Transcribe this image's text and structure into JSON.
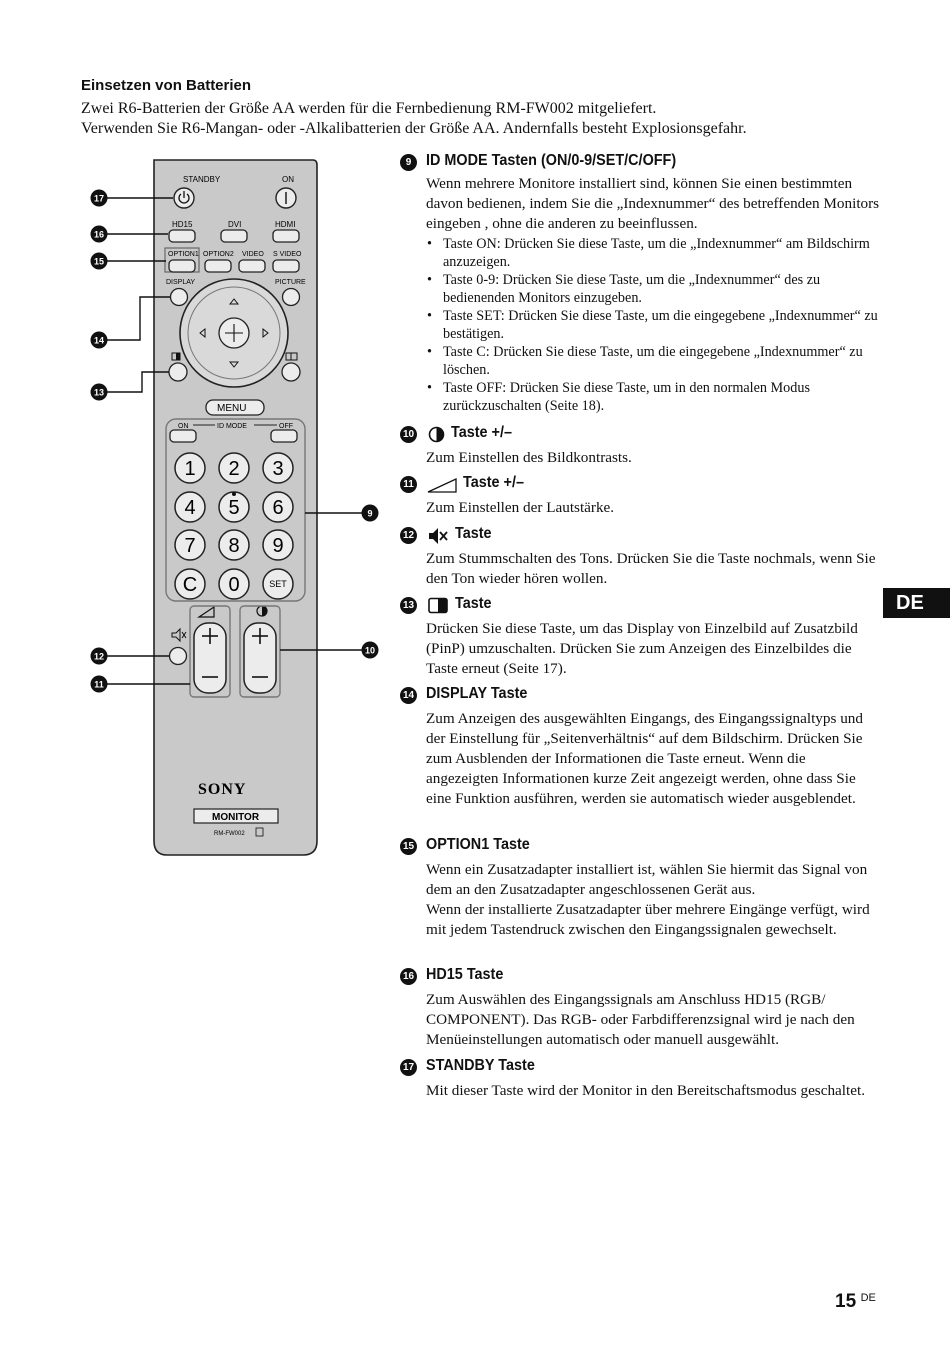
{
  "section": {
    "title": "Einsetzen von Batterien",
    "intro1": "Zwei R6-Batterien der Größe AA werden für die Fernbedienung RM-FW002 mitgeliefert.",
    "intro2": "Verwenden Sie R6-Mangan- oder -Alkalibatterien der Größe AA. Andernfalls besteht Explosionsgefahr."
  },
  "remote": {
    "standby": "STANDBY",
    "on": "ON",
    "hd15": "HD15",
    "dvi": "DVI",
    "hdmi": "HDMI",
    "option1": "OPTION1",
    "option2": "OPTION2",
    "video": "VIDEO",
    "svideo": "S VIDEO",
    "display": "DISPLAY",
    "picture": "PICTURE",
    "menu": "MENU",
    "idmode_on": "ON",
    "idmode": "ID MODE",
    "idmode_off": "OFF",
    "keys": [
      "1",
      "2",
      "3",
      "4",
      "5",
      "6",
      "7",
      "8",
      "9",
      "C",
      "0",
      "SET"
    ],
    "brand": "SONY",
    "monitor": "MONITOR",
    "model": "RM-FW002",
    "callouts": [
      "17",
      "16",
      "15",
      "14",
      "13",
      "9",
      "12",
      "11",
      "10"
    ]
  },
  "items": [
    {
      "num": "9",
      "title": "ID MODE Tasten (ON/0-9/SET/C/OFF)",
      "text": "Wenn mehrere Monitore installiert sind, können Sie einen bestimmten davon bedienen, indem Sie die „Indexnummer“ des betreffenden Monitors eingeben , ohne die anderen zu beeinflussen.",
      "bullets": [
        "Taste ON: Drücken Sie diese Taste, um die „Indexnummer“ am Bildschirm anzuzeigen.",
        "Taste 0-9: Drücken Sie diese Taste, um die „Indexnummer“ des zu bedienenden Monitors einzugeben.",
        "Taste SET: Drücken Sie diese Taste, um die eingegebene „Indexnummer“ zu bestätigen.",
        "Taste C: Drücken Sie diese Taste, um die eingegebene „Indexnummer“ zu löschen.",
        "Taste OFF: Drücken Sie diese Taste, um in den normalen Modus zurückzuschalten (Seite 18)."
      ]
    },
    {
      "num": "10",
      "title": "Taste +/–",
      "text": "Zum Einstellen des Bildkontrasts."
    },
    {
      "num": "11",
      "title": "Taste +/–",
      "text": "Zum Einstellen der Lautstärke."
    },
    {
      "num": "12",
      "title": "Taste",
      "text": "Zum Stummschalten des Tons. Drücken Sie die Taste nochmals, wenn Sie den Ton wieder hören wollen."
    },
    {
      "num": "13",
      "title": "Taste",
      "text": "Drücken Sie diese Taste, um das Display von Einzelbild auf Zusatzbild (PinP) umzuschalten. Drücken Sie zum Anzeigen des Einzelbildes die Taste erneut (Seite 17)."
    },
    {
      "num": "14",
      "title": "DISPLAY Taste",
      "text": "Zum Anzeigen des ausgewählten Eingangs, des Eingangssignaltyps und der Einstellung für „Seitenverhältnis“ auf dem Bildschirm. Drücken Sie zum Ausblenden der Informationen die Taste erneut. Wenn die angezeigten Informationen kurze Zeit angezeigt werden, ohne dass Sie eine Funktion ausführen, werden sie automatisch wieder ausgeblendet."
    },
    {
      "num": "15",
      "title": "OPTION1 Taste",
      "text": "Wenn ein Zusatzadapter installiert ist, wählen Sie hiermit das Signal von dem an den Zusatzadapter angeschlossenen Gerät aus.",
      "text2": "Wenn der installierte Zusatzadapter über mehrere Eingänge verfügt, wird mit jedem Tastendruck zwischen den Eingangssignalen gewechselt."
    },
    {
      "num": "16",
      "title": "HD15 Taste",
      "text": "Zum Auswählen des Eingangssignals am Anschluss HD15 (RGB/ COMPONENT). Das RGB- oder Farbdifferenzsignal wird je nach den Menüeinstellungen automatisch oder manuell ausgewählt."
    },
    {
      "num": "17",
      "title": "STANDBY Taste",
      "text": "Mit dieser Taste wird der Monitor in den Bereitschaftsmodus geschaltet."
    }
  ],
  "side_tab": "DE",
  "page": {
    "number": "15",
    "lang": "DE"
  }
}
